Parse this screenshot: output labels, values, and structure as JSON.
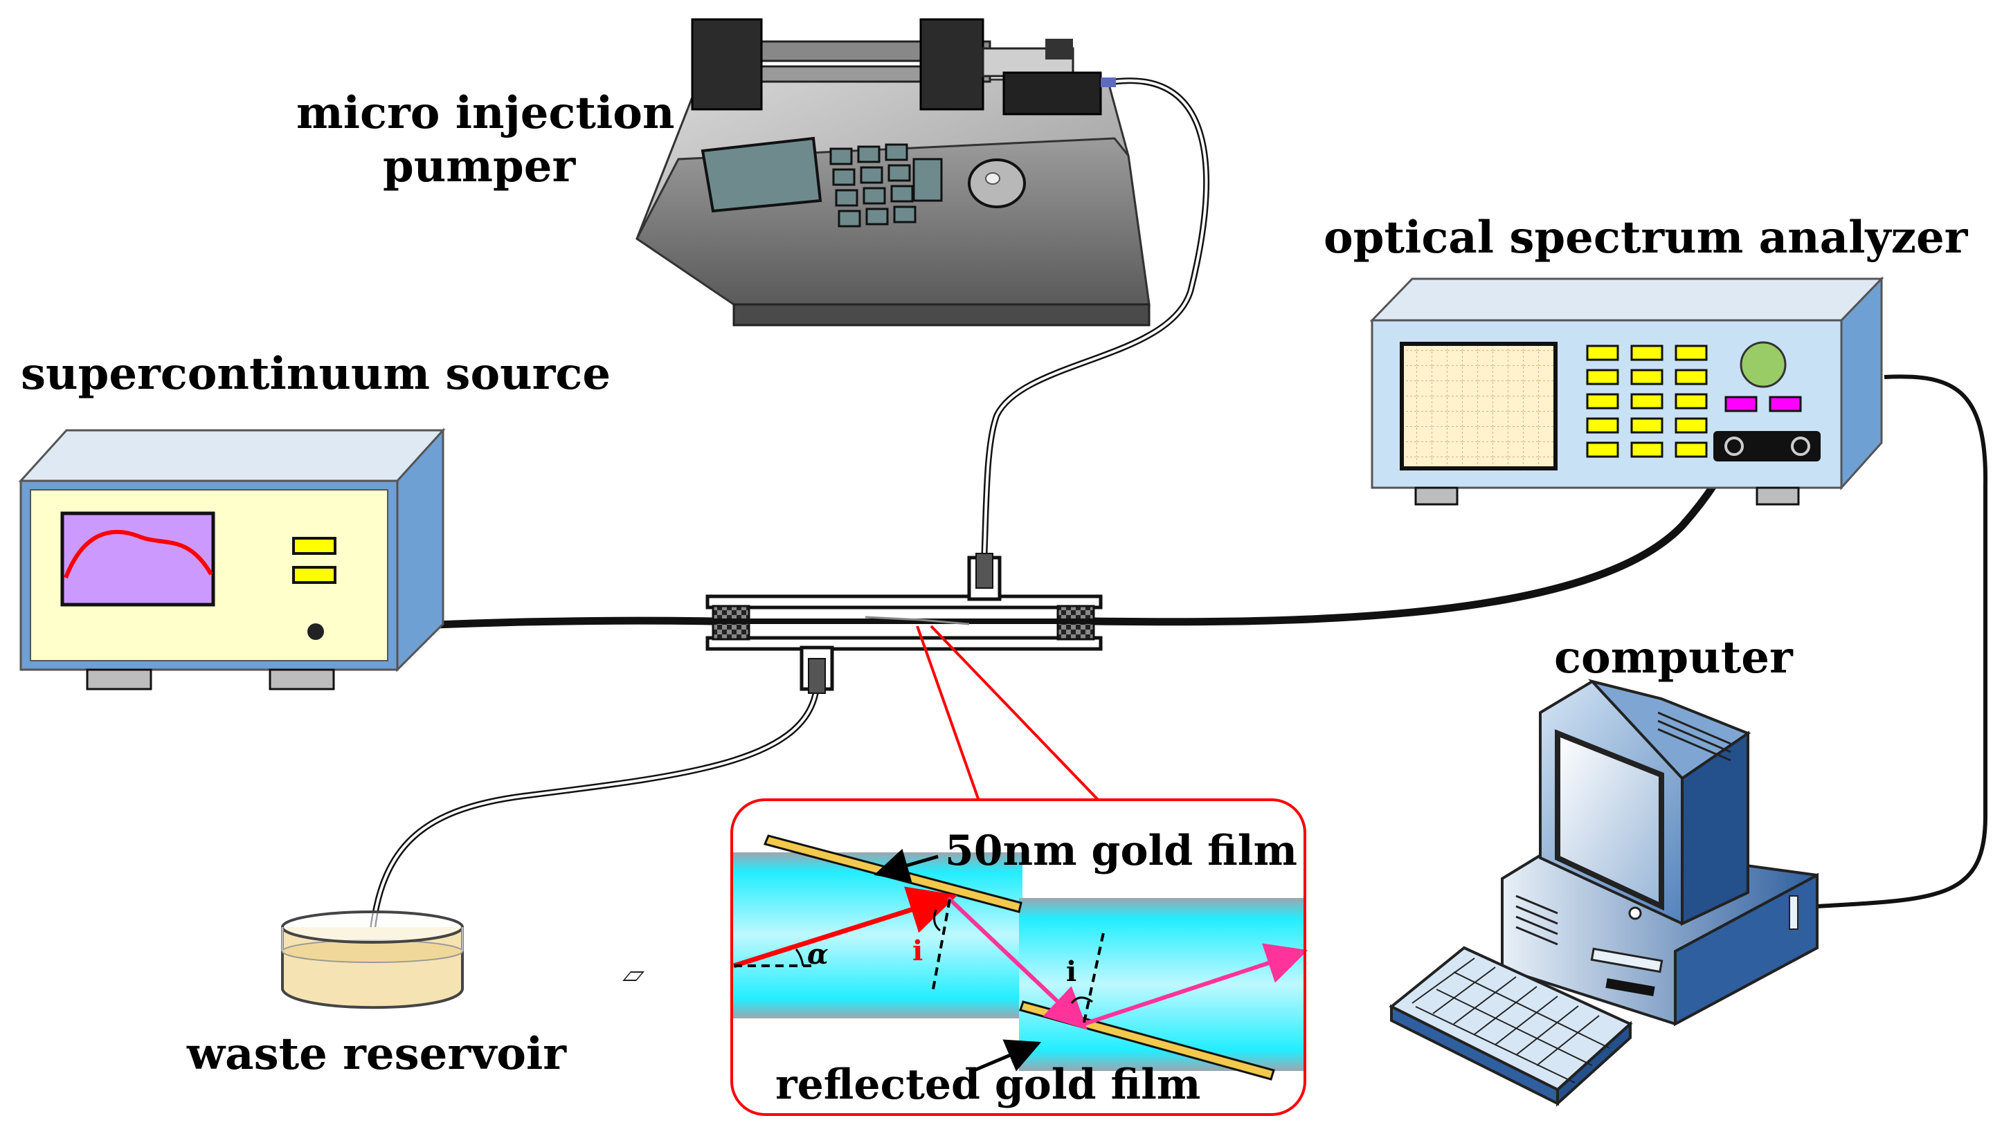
{
  "labels": {
    "micro_pump_line1": "micro injection",
    "micro_pump_line2": "pumper",
    "osa": "optical spectrum analyzer",
    "sc_source": "supercontinuum source",
    "computer": "computer",
    "waste": "waste reservoir",
    "gold_film": "50nm gold film",
    "reflected_gold_film": "reflected gold film"
  },
  "symbols": {
    "incidence_angle": "i",
    "tilt_angle": "α"
  },
  "colors": {
    "osa_body": "#c9e1f5",
    "osa_side": "#6fa0d4",
    "sc_panel": "#ffffcc",
    "sc_screen": "#cc99ff",
    "spectrum_curve": "#ff0000",
    "button_yellow": "#ffff00",
    "button_magenta": "#ff00ff",
    "knob_green": "#99cc66",
    "channel_cyan": "#22eeff",
    "gold_film": "#f2c94c",
    "zoom_border": "#ff0000",
    "ray_red": "#ff0000",
    "ray_magenta": "#ff3399",
    "liquid": "#f5e3b3"
  }
}
